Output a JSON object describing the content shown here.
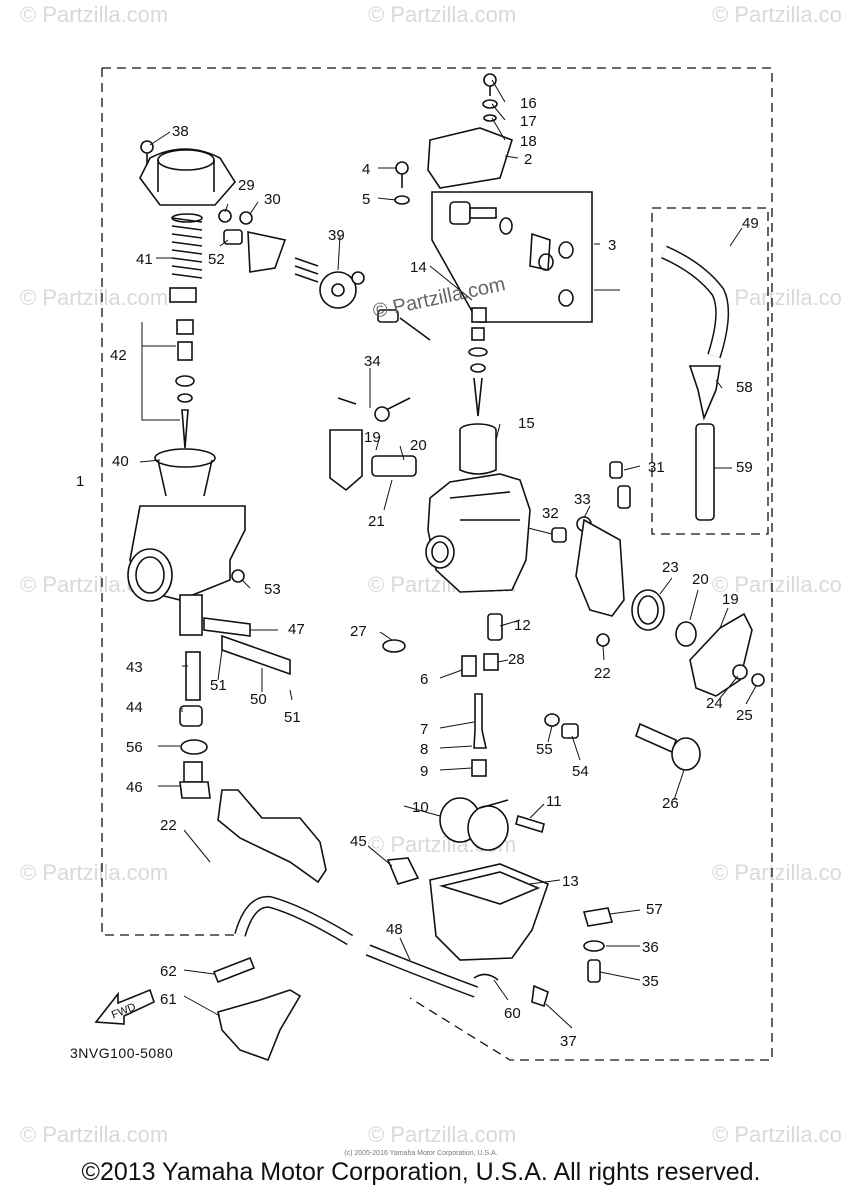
{
  "diagram": {
    "code": "3NVG100-5080",
    "fwd_label": "FWD",
    "center_watermark": "© Partzilla.com",
    "watermark": "© Partzilla.com",
    "fine_print": "(c) 2005-2016 Yamaha Motor Corporation, U.S.A.",
    "copyright": "©2013 Yamaha Motor Corporation, U.S.A. All rights reserved.",
    "callouts": [
      "1",
      "2",
      "3",
      "4",
      "5",
      "6",
      "7",
      "8",
      "9",
      "10",
      "11",
      "12",
      "13",
      "14",
      "15",
      "16",
      "17",
      "18",
      "19",
      "19",
      "20",
      "20",
      "21",
      "22",
      "22",
      "23",
      "24",
      "25",
      "26",
      "27",
      "28",
      "29",
      "30",
      "31",
      "32",
      "33",
      "34",
      "35",
      "36",
      "37",
      "38",
      "39",
      "40",
      "41",
      "42",
      "43",
      "44",
      "45",
      "46",
      "47",
      "48",
      "49",
      "50",
      "51",
      "51",
      "52",
      "53",
      "54",
      "55",
      "56",
      "57",
      "58",
      "59",
      "60",
      "61",
      "62"
    ]
  }
}
